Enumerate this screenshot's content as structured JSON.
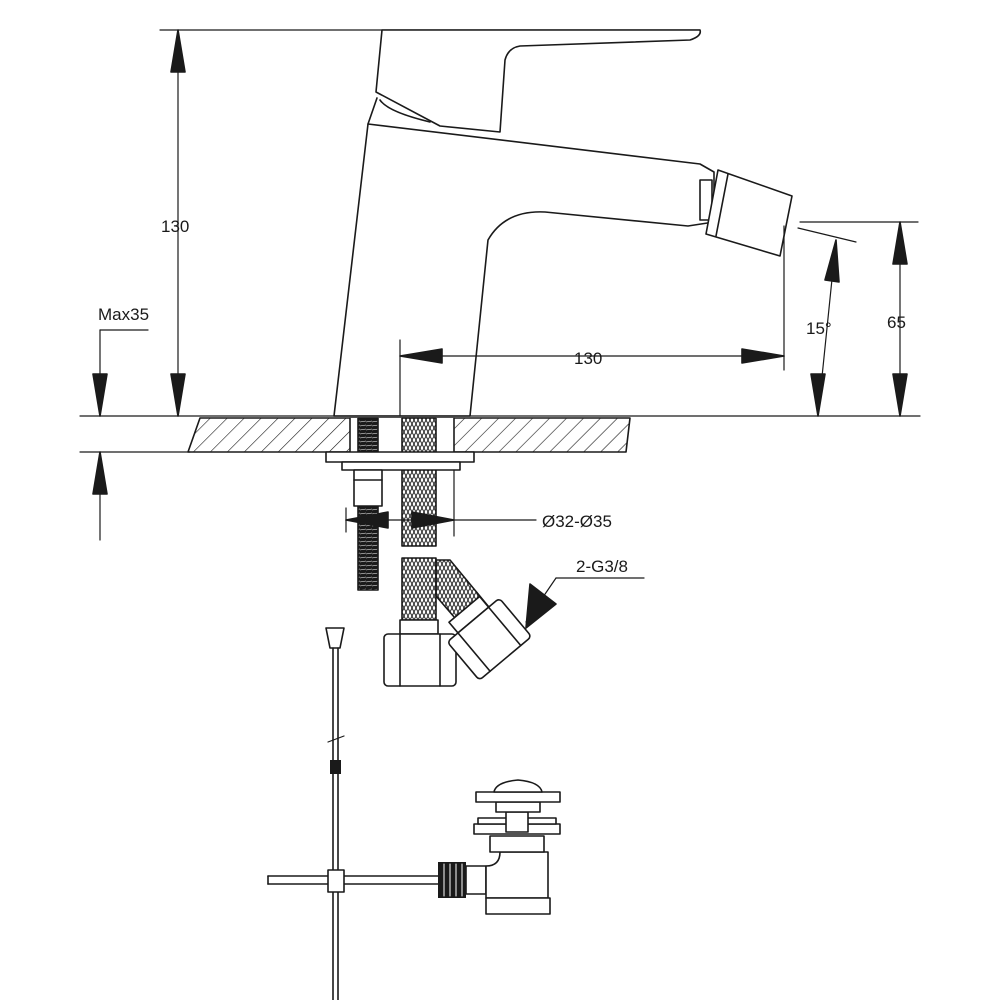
{
  "labels": {
    "height_total": "130",
    "max_thickness": "Max35",
    "spout_reach": "130",
    "angle": "15°",
    "spout_height": "65",
    "hole_diameter": "Ø32-Ø35",
    "connector": "2-G3/8"
  },
  "colors": {
    "line": "#1a1a1a",
    "background": "#ffffff"
  }
}
